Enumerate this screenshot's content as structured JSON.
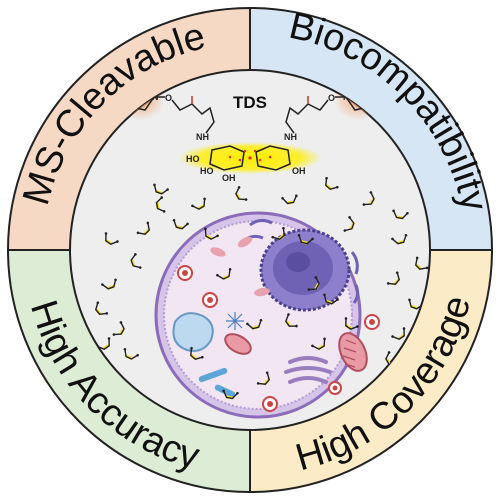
{
  "ring_labels": {
    "top_left": "MS-Cleavable",
    "top_right": "Biocompatibility",
    "bottom_left": "High Accuracy",
    "bottom_right": "High Coverage"
  },
  "molecule": {
    "title": "TDS",
    "atoms": {
      "n_left": "N",
      "n_right": "N",
      "o_left": "O",
      "o_right": "O",
      "nh_left": "NH",
      "nh_right": "NH",
      "ho_1": "HO",
      "ho_2": "HO",
      "oh_1": "OH",
      "oh_2": "OH"
    }
  },
  "colors": {
    "top_left_quadrant": "#f6d9c4",
    "top_right_quadrant": "#d6e6f4",
    "bottom_left_quadrant": "#ddecd4",
    "bottom_right_quadrant": "#fbecc7",
    "inner_circle": "#eeeeee",
    "cell_membrane": "#b49ad4",
    "cell_inner": "#f3e6f3",
    "nucleus": "#6f62b4",
    "highlight_yellow": "#ffee00",
    "nhs_glow": "#f4a772",
    "crosslinker": "#f2e02a"
  },
  "icons": [
    "nhs-ester-ring-icon",
    "crosslinker-icon",
    "cell-icon",
    "nucleus-icon",
    "mitochondrion-icon",
    "golgi-icon",
    "er-icon"
  ]
}
